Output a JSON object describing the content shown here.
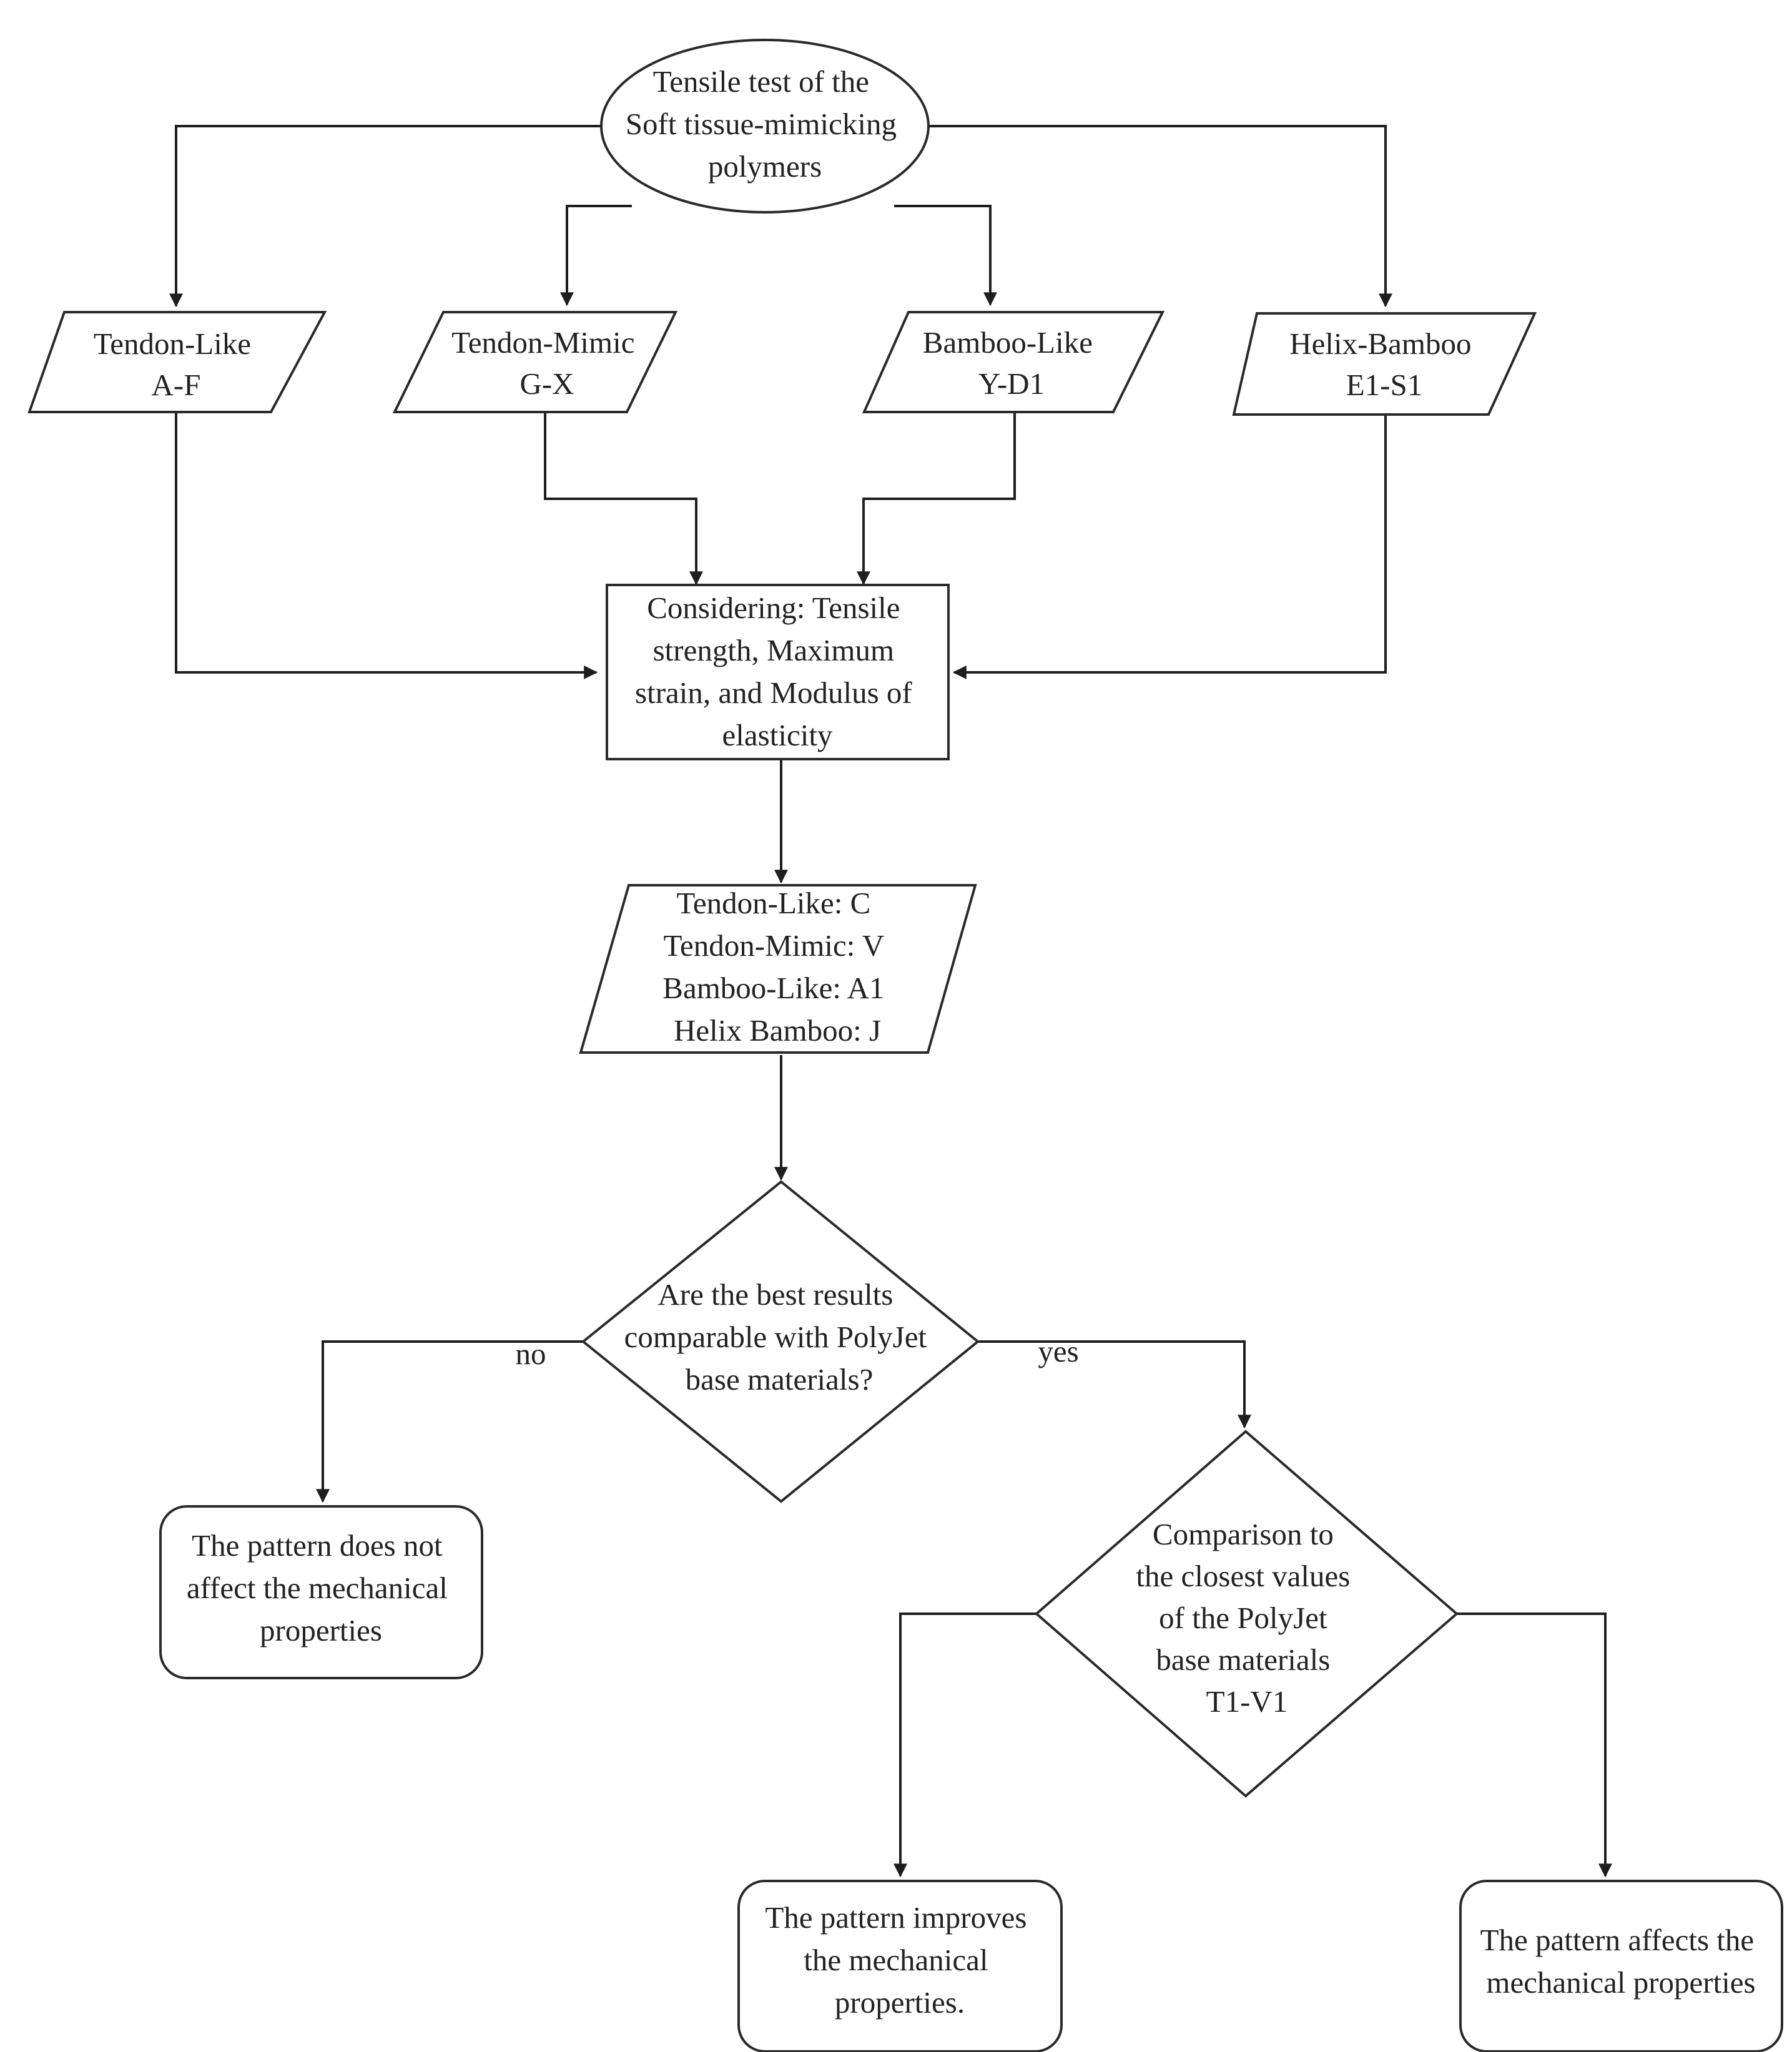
{
  "nodes": {
    "start": [
      "Tensile test of the",
      "Soft tissue-mimicking",
      "polymers"
    ],
    "tendon_like": [
      "Tendon-Like",
      "A-F"
    ],
    "tendon_mimic": [
      "Tendon-Mimic",
      "G-X"
    ],
    "bamboo_like": [
      "Bamboo-Like",
      "Y-D1"
    ],
    "helix_bamboo": [
      "Helix-Bamboo",
      "E1-S1"
    ],
    "considering": [
      "Considering: Tensile",
      "strength, Maximum",
      "strain, and Modulus of",
      "elasticity"
    ],
    "best": [
      "Tendon-Like: C",
      "Tendon-Mimic: V",
      "Bamboo-Like: A1",
      "Helix Bamboo: J"
    ],
    "decision": [
      "Are the best results",
      "comparable with PolyJet",
      "base materials?"
    ],
    "no_effect": [
      "The pattern does not",
      "affect the mechanical",
      "properties"
    ],
    "comparison": [
      "Comparison to",
      "the closest values",
      "of the PolyJet",
      "base materials",
      "T1-V1"
    ],
    "improves": [
      "The pattern improves",
      "the mechanical",
      "properties."
    ],
    "affects": [
      "The pattern affects the",
      "mechanical properties"
    ]
  },
  "edges": {
    "no_label": "no",
    "yes_label": "yes"
  }
}
